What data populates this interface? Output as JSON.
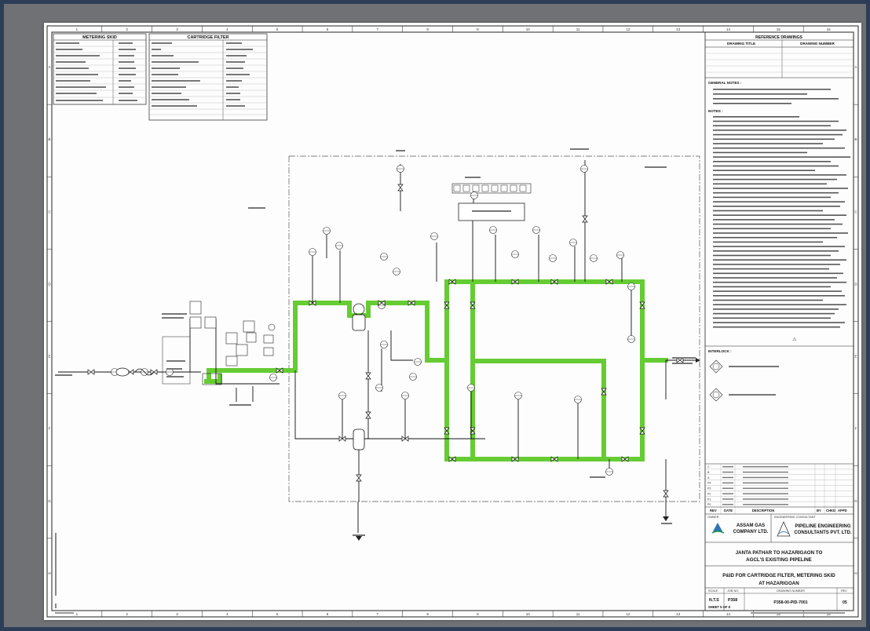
{
  "colors": {
    "background": "#6f7174",
    "frame": "#2c3e57",
    "highlight": "#66cc33",
    "line": "#111111"
  },
  "zone_numbers": [
    "1",
    "2",
    "3",
    "4",
    "5",
    "6",
    "7",
    "8",
    "9",
    "10",
    "11",
    "12",
    "13",
    "14",
    "15",
    "16"
  ],
  "zone_letters": [
    "A",
    "B",
    "C",
    "D",
    "E",
    "F",
    "G",
    "H"
  ],
  "metering_skid": {
    "title": "METERING SKID"
  },
  "cartridge_filter": {
    "title": "CARTRIDGE FILTER"
  },
  "reference_drawings": {
    "title": "REFERENCE DRAWINGS",
    "col1": "DRAWING TITLE",
    "col2": "DRAWING NUMBER"
  },
  "notes": {
    "general_notes_title": "GENERAL NOTES :",
    "notes_title": "NOTES :"
  },
  "interlock": {
    "title": "INTERLOCK :"
  },
  "revision_table": {
    "rows": [
      "P0",
      "P1",
      "P2",
      "P3",
      "P4",
      "A",
      "B",
      "C"
    ],
    "header": [
      "REV",
      "DATE",
      "DESCRIPTION",
      "BY",
      "CHKD",
      "APPD"
    ]
  },
  "owner": {
    "label": "OWNER",
    "name_line1": "ASSAM GAS",
    "name_line2": "COMPANY LTD."
  },
  "consultant": {
    "label": "ENGINEERING CONSULTANT",
    "name_line1": "PIPELINE ENGINEERING",
    "name_line2": "CONSULTANTS PVT. LTD."
  },
  "project": {
    "title_line1": "JANTA PATHAR TO HAZARIGAON TO",
    "title_line2": "AGCL'S EXISTING PIPELINE"
  },
  "drawing": {
    "title_line1": "P&ID FOR CARTRIDGE FILTER, METERING SKID",
    "title_line2": "AT HAZARIGOAN"
  },
  "title_block": {
    "scale_label": "SCALE",
    "scale": "N.T.S",
    "job_label": "JOB NO.",
    "job_no": "P358",
    "drawing_no_label": "DRAWING NUMBER",
    "drawing_no": "P358-00-PID-7001",
    "rev_label": "REV",
    "rev": "05",
    "sheet": "SHEET 5 OF 8"
  }
}
